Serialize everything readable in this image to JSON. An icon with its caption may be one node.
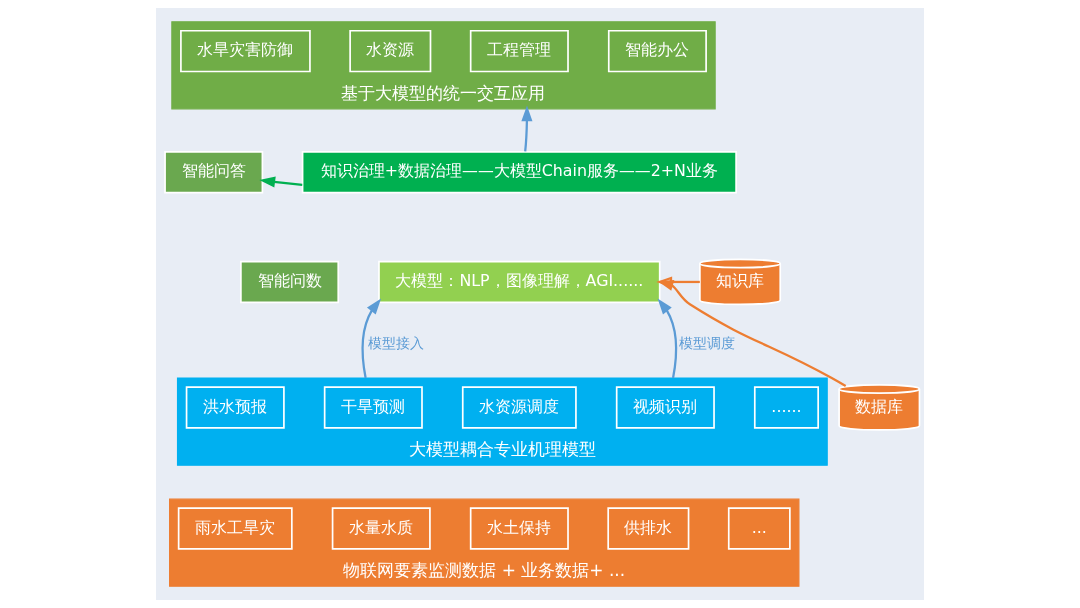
{
  "diagram": {
    "nodes": [
      {
        "text": [
          "智能问答"
        ]
      },
      {
        "text": [
          "智能问数"
        ]
      },
      {
        "text": [
          "基于大模型的统一交互应用"
        ]
      },
      {
        "text": [
          "水旱灾害防御"
        ],
        "in": 2
      },
      {
        "text": [
          "水资源"
        ],
        "in": 2
      },
      {
        "text": [
          "工程管理"
        ],
        "in": 2
      },
      {
        "text": [
          "智能办公"
        ],
        "in": 2
      },
      {
        "text": [
          "知识治理+数据治理——大模型Chain服务——2+N业务"
        ]
      },
      {
        "text": [
          "大模型：NLP，图像理解，AGI......"
        ]
      },
      {
        "text": [
          "大模型耦合专业机理模型"
        ]
      },
      {
        "text": [
          "洪水预报"
        ],
        "in": 9
      },
      {
        "text": [
          "干旱预测"
        ],
        "in": 9
      },
      {
        "text": [
          "水资源调度"
        ],
        "in": 9
      },
      {
        "text": [
          "视频识别"
        ],
        "in": 9
      },
      {
        "text": [
          "......"
        ],
        "in": 9
      },
      {
        "text": [
          "物联网要素监测数据 + 业务数据+ ..."
        ]
      },
      {
        "text": [
          "雨水工旱灾"
        ],
        "in": 15
      },
      {
        "text": [
          "水量水质"
        ],
        "in": 15
      },
      {
        "text": [
          "水土保持"
        ],
        "in": 15
      },
      {
        "text": [
          "供排水"
        ],
        "in": 15
      },
      {
        "text": [
          "..."
        ],
        "in": 15
      },
      {
        "text": [
          "知识库"
        ]
      },
      {
        "text": [
          "数据库"
        ]
      }
    ],
    "edges": [
      {
        "from": 7,
        "to": 2,
        "arrow": "to",
        "color": "#5b9bd5"
      },
      {
        "from": 7,
        "to": 0,
        "arrow": "to",
        "color": "#00b050"
      },
      {
        "from": 9,
        "to": 8,
        "arrow": "to",
        "label": "模型接入",
        "color": "#5b9bd5"
      },
      {
        "from": 9,
        "to": 8,
        "arrow": "to",
        "label": "模型调度",
        "color": "#5b9bd5"
      },
      {
        "from": 21,
        "to": 8,
        "arrow": "to",
        "color": "#ed7d31"
      },
      {
        "from": 22,
        "to": 8,
        "arrow": "to",
        "color": "#ed7d31"
      }
    ]
  }
}
